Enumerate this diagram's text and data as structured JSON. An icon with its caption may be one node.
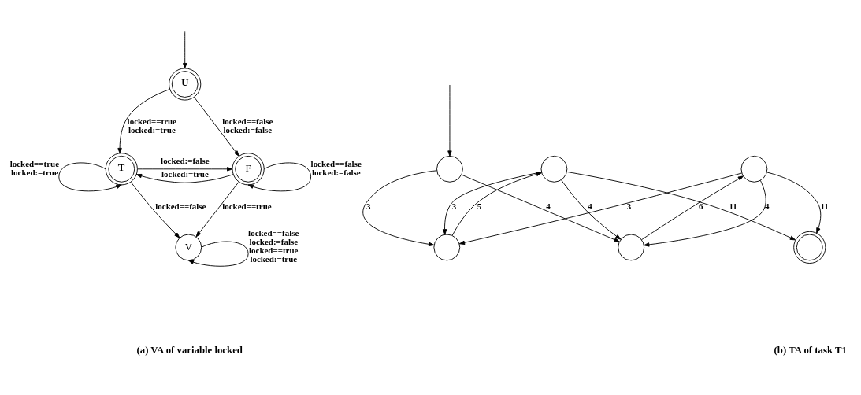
{
  "diagram": {
    "nodes": [
      {
        "text": [
          "U"
        ]
      },
      {
        "text": [
          "T"
        ]
      },
      {
        "text": [
          "F"
        ]
      },
      {
        "text": [
          "V"
        ]
      },
      {
        "text": [],
        "shape": "circle"
      },
      {
        "text": [],
        "shape": "circle"
      },
      {
        "text": [],
        "shape": "circle"
      },
      {
        "text": [],
        "shape": "circle"
      },
      {
        "text": [],
        "shape": "circle"
      },
      {
        "text": [],
        "shape": "doublecircle"
      }
    ],
    "edges": [
      {
        "from": null,
        "to": 0,
        "arrow": "to"
      },
      {
        "from": 0,
        "to": 1,
        "arrow": "to",
        "label": "locked==true locked:=true"
      },
      {
        "from": 0,
        "to": 2,
        "arrow": "to",
        "label": "locked==false locked:=false"
      },
      {
        "from": 1,
        "to": 1,
        "arrow": "to",
        "label": "locked==true locked:=true"
      },
      {
        "from": 2,
        "to": 1,
        "arrow": "to",
        "label": "locked:=true"
      },
      {
        "from": 1,
        "to": 2,
        "arrow": "to",
        "label": "locked:=false"
      },
      {
        "from": 2,
        "to": 2,
        "arrow": "to",
        "label": "locked==false locked:=false"
      },
      {
        "from": 1,
        "to": 3,
        "arrow": "to",
        "label": "locked==false"
      },
      {
        "from": 2,
        "to": 3,
        "arrow": "to",
        "label": "locked==true"
      },
      {
        "from": 3,
        "to": 3,
        "arrow": "to",
        "label": "locked==false locked:=false locked==true locked:=true"
      },
      {
        "from": null,
        "to": 4,
        "arrow": "to"
      },
      {
        "from": 4,
        "to": 5,
        "arrow": "to",
        "label": "3"
      },
      {
        "from": 4,
        "to": 6,
        "arrow": "to",
        "label": "4"
      },
      {
        "from": 5,
        "to": 7,
        "arrow": "to",
        "label": "5"
      },
      {
        "from": 7,
        "to": 5,
        "arrow": "to",
        "label": "3"
      },
      {
        "from": 7,
        "to": 6,
        "arrow": "to",
        "label": "4"
      },
      {
        "from": 8,
        "to": 5,
        "arrow": "to",
        "label": "3"
      },
      {
        "from": 6,
        "to": 8,
        "arrow": "to",
        "label": "6"
      },
      {
        "from": 8,
        "to": 6,
        "arrow": "to",
        "label": "4"
      },
      {
        "from": 7,
        "to": 9,
        "arrow": "to",
        "label": "11"
      },
      {
        "from": 8,
        "to": 9,
        "arrow": "to",
        "label": "11"
      }
    ],
    "labels": [
      "(a) VA of variable locked",
      "(b) TA of task T1"
    ]
  }
}
